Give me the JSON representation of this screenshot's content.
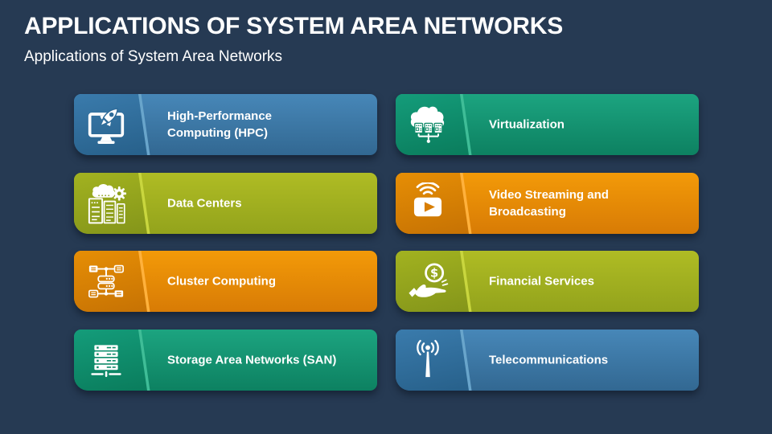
{
  "slide": {
    "title": "APPLICATIONS OF SYSTEM AREA NETWORKS",
    "subtitle": "Applications of System Area Networks",
    "background_color": "#263A53",
    "text_color": "#FFFFFF"
  },
  "palette": {
    "blue": {
      "body_top": "#4787B8",
      "body_bottom": "#326892",
      "tile_top": "#3A7BAC",
      "tile_bottom": "#27608A",
      "fold": "#69A5CB",
      "hole": "#2E6B99"
    },
    "teal": {
      "body_top": "#1CA480",
      "body_bottom": "#0D8161",
      "tile_top": "#149C7A",
      "tile_bottom": "#0A7C5C",
      "fold": "#3FBD97",
      "hole": "#0E8A68"
    },
    "olive": {
      "body_top": "#AFBC24",
      "body_bottom": "#93A31C",
      "tile_top": "#A2B220",
      "tile_bottom": "#84951A",
      "fold": "#C9D63E",
      "hole": "#8FA01D"
    },
    "orange": {
      "body_top": "#F39A08",
      "body_bottom": "#D87B05",
      "tile_top": "#E68E05",
      "tile_bottom": "#C67204",
      "fold": "#FFB13C",
      "hole": "#D87E05"
    }
  },
  "cards": [
    {
      "label": "High-Performance\nComputing (HPC)",
      "icon": "monitor-rocket-icon",
      "color": "blue"
    },
    {
      "label": "Virtualization",
      "icon": "cloud-servers-icon",
      "color": "teal"
    },
    {
      "label": "Data Centers",
      "icon": "data-center-icon",
      "color": "olive"
    },
    {
      "label": "Video Streaming and\nBroadcasting",
      "icon": "play-broadcast-icon",
      "color": "orange"
    },
    {
      "label": "Cluster Computing",
      "icon": "cluster-network-icon",
      "color": "orange"
    },
    {
      "label": "Financial Services",
      "icon": "hand-dollar-icon",
      "color": "olive"
    },
    {
      "label": "Storage Area Networks (SAN)",
      "icon": "server-rack-icon",
      "color": "teal"
    },
    {
      "label": "Telecommunications",
      "icon": "antenna-icon",
      "color": "blue"
    }
  ]
}
